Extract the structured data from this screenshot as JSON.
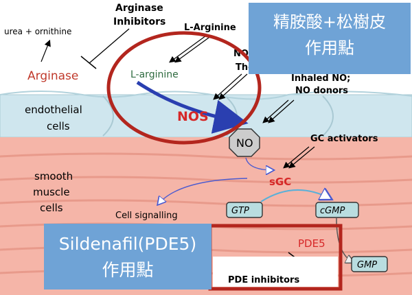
{
  "labels": {
    "urea_ornithine": "urea + ornithine",
    "arginase_inhibitors_line1": "Arginase",
    "arginase_inhibitors_line2": "Inhibitors",
    "arginase": "Arginase",
    "l_arginine_top": "L-Arginine",
    "l_arginine_lower": "L-arginine",
    "no_therapy_line1": "NO",
    "no_therapy_line2": "Therapy",
    "inhaled_no_line1": "Inhaled NO;",
    "inhaled_no_line2": "NO donors",
    "endothelial_line1": "endothelial",
    "endothelial_line2": "cells",
    "nos": "NOS",
    "no": "NO",
    "gc_activators": "GC activators",
    "smooth_line1": "smooth",
    "smooth_line2": "muscle",
    "smooth_line3": "cells",
    "sgc": "sGC",
    "gtp": "GTP",
    "cgmp": "cGMP",
    "cell_signalling": "Cell signalling",
    "pde5": "PDE5",
    "gmp": "GMP",
    "pde_inhibitors": "PDE inhibitors"
  },
  "overlays": {
    "arginine_box_line1": "精胺酸+松樹皮",
    "arginine_box_line2": "作用點",
    "sildenafil_line1": "Sildenafil(PDE5)",
    "sildenafil_line2": "作用點"
  },
  "colors": {
    "endothelial": "#cfe6ee",
    "smooth_muscle": "#f5b5a8",
    "overlay_blue": "#6fa3d6",
    "highlight_red": "#b3261e",
    "arginase_red": "#c0392b",
    "l_arginine_green": "#2e6b3f",
    "nos_red": "#d62828",
    "arrow_blue": "#2a3fb0",
    "gc_box": "#b9dde0",
    "no_octagon": "#cccccc"
  }
}
